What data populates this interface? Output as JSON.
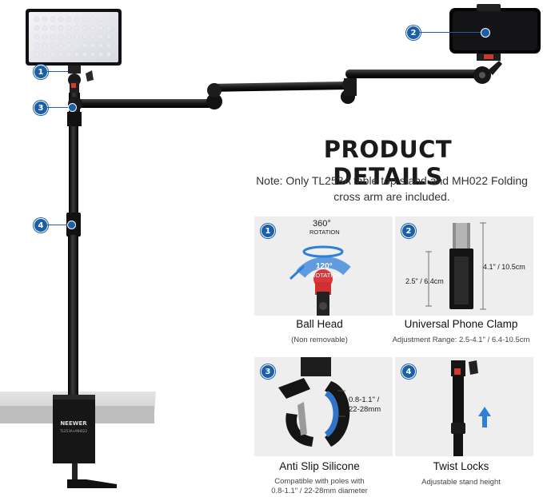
{
  "heading": "PRODUCT DETAILS",
  "note": "Note: Only TL253A table top stand and MH022 Folding cross arm are included.",
  "brand": {
    "name": "NEEWER",
    "model": "TL253A+MH022"
  },
  "callouts": [
    "1",
    "2",
    "3",
    "4"
  ],
  "features": [
    {
      "number": "1",
      "title": "Ball Head",
      "subtitle": "(Non removable)",
      "labels": {
        "rotation_top_deg": "360°",
        "rotation_top_word": "ROTATION",
        "rotation_side_deg": "120°",
        "rotation_side_word": "ROTATION"
      }
    },
    {
      "number": "2",
      "title": "Universal Phone Clamp",
      "subtitle": "Adjustment Range: 2.5-4.1\" / 6.4-10.5cm",
      "labels": {
        "min": "2.5\" / 6.4cm",
        "max": "4.1\" / 10.5cm"
      }
    },
    {
      "number": "3",
      "title": "Anti Slip Silicone",
      "subtitle_lines": [
        "Compatible with poles with",
        "0.8-1.1\" / 22-28mm diameter"
      ],
      "labels": {
        "range_line1": "0.8-1.1\" /",
        "range_line2": "22-28mm"
      }
    },
    {
      "number": "4",
      "title": "Twist Locks",
      "subtitle": "Adjustable stand height"
    }
  ],
  "colors": {
    "accent": "#1b5fa8",
    "metal": "#1c1c1e",
    "panel_bg": "#eeeeee",
    "highlight": "#2f7fd8"
  }
}
